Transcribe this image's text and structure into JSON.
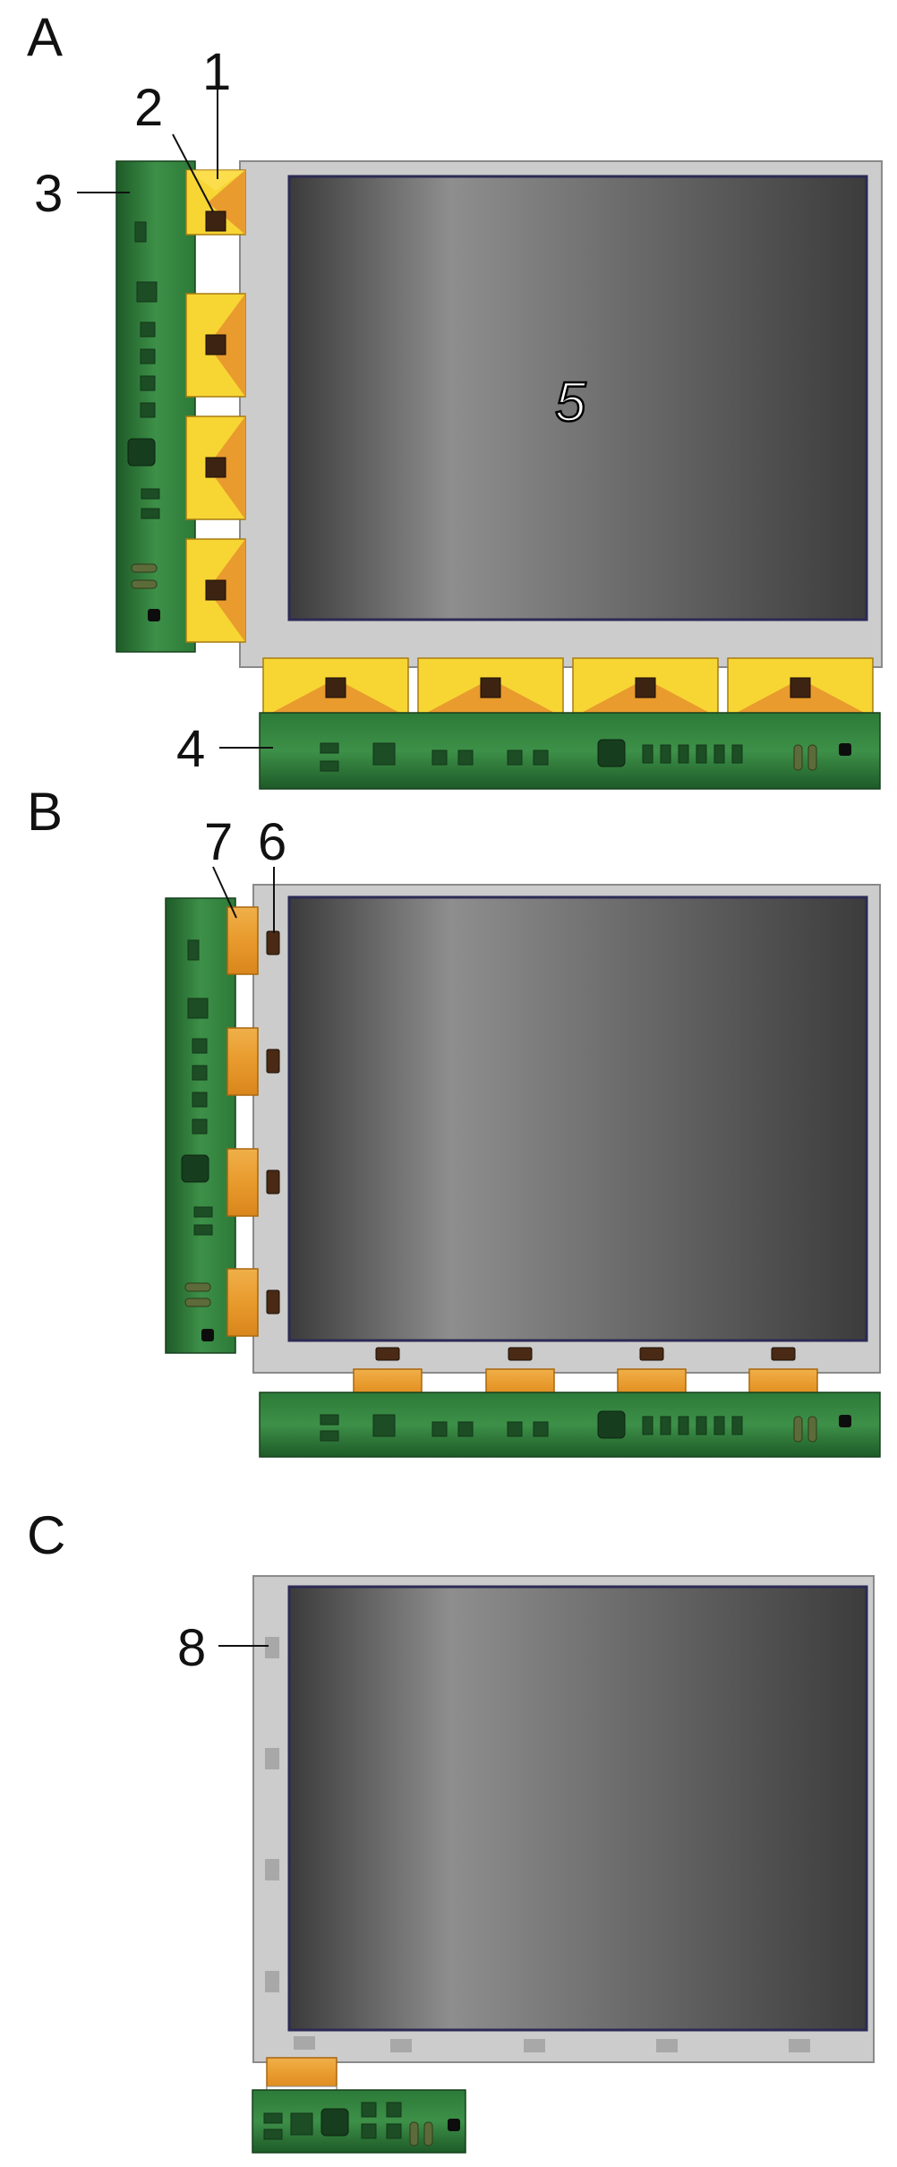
{
  "panels": {
    "A": {
      "label": "A"
    },
    "B": {
      "label": "B"
    },
    "C": {
      "label": "C"
    }
  },
  "callouts": {
    "c1": "1",
    "c2": "2",
    "c3": "3",
    "c4": "4",
    "c5": "5",
    "c6": "6",
    "c7": "7",
    "c8": "8"
  },
  "colors": {
    "frame": "#cbcbcb",
    "frame_edge": "#8a8a8a",
    "screen_dark": "#3a3a3a",
    "screen_light": "#8c8c8c",
    "screen_border": "#2c2a55",
    "pcb": "#2f7a3a",
    "pcb_dark": "#1f5a2a",
    "yellow": "#f5d22e",
    "orange": "#e8a235",
    "chip": "#4a2a14"
  }
}
